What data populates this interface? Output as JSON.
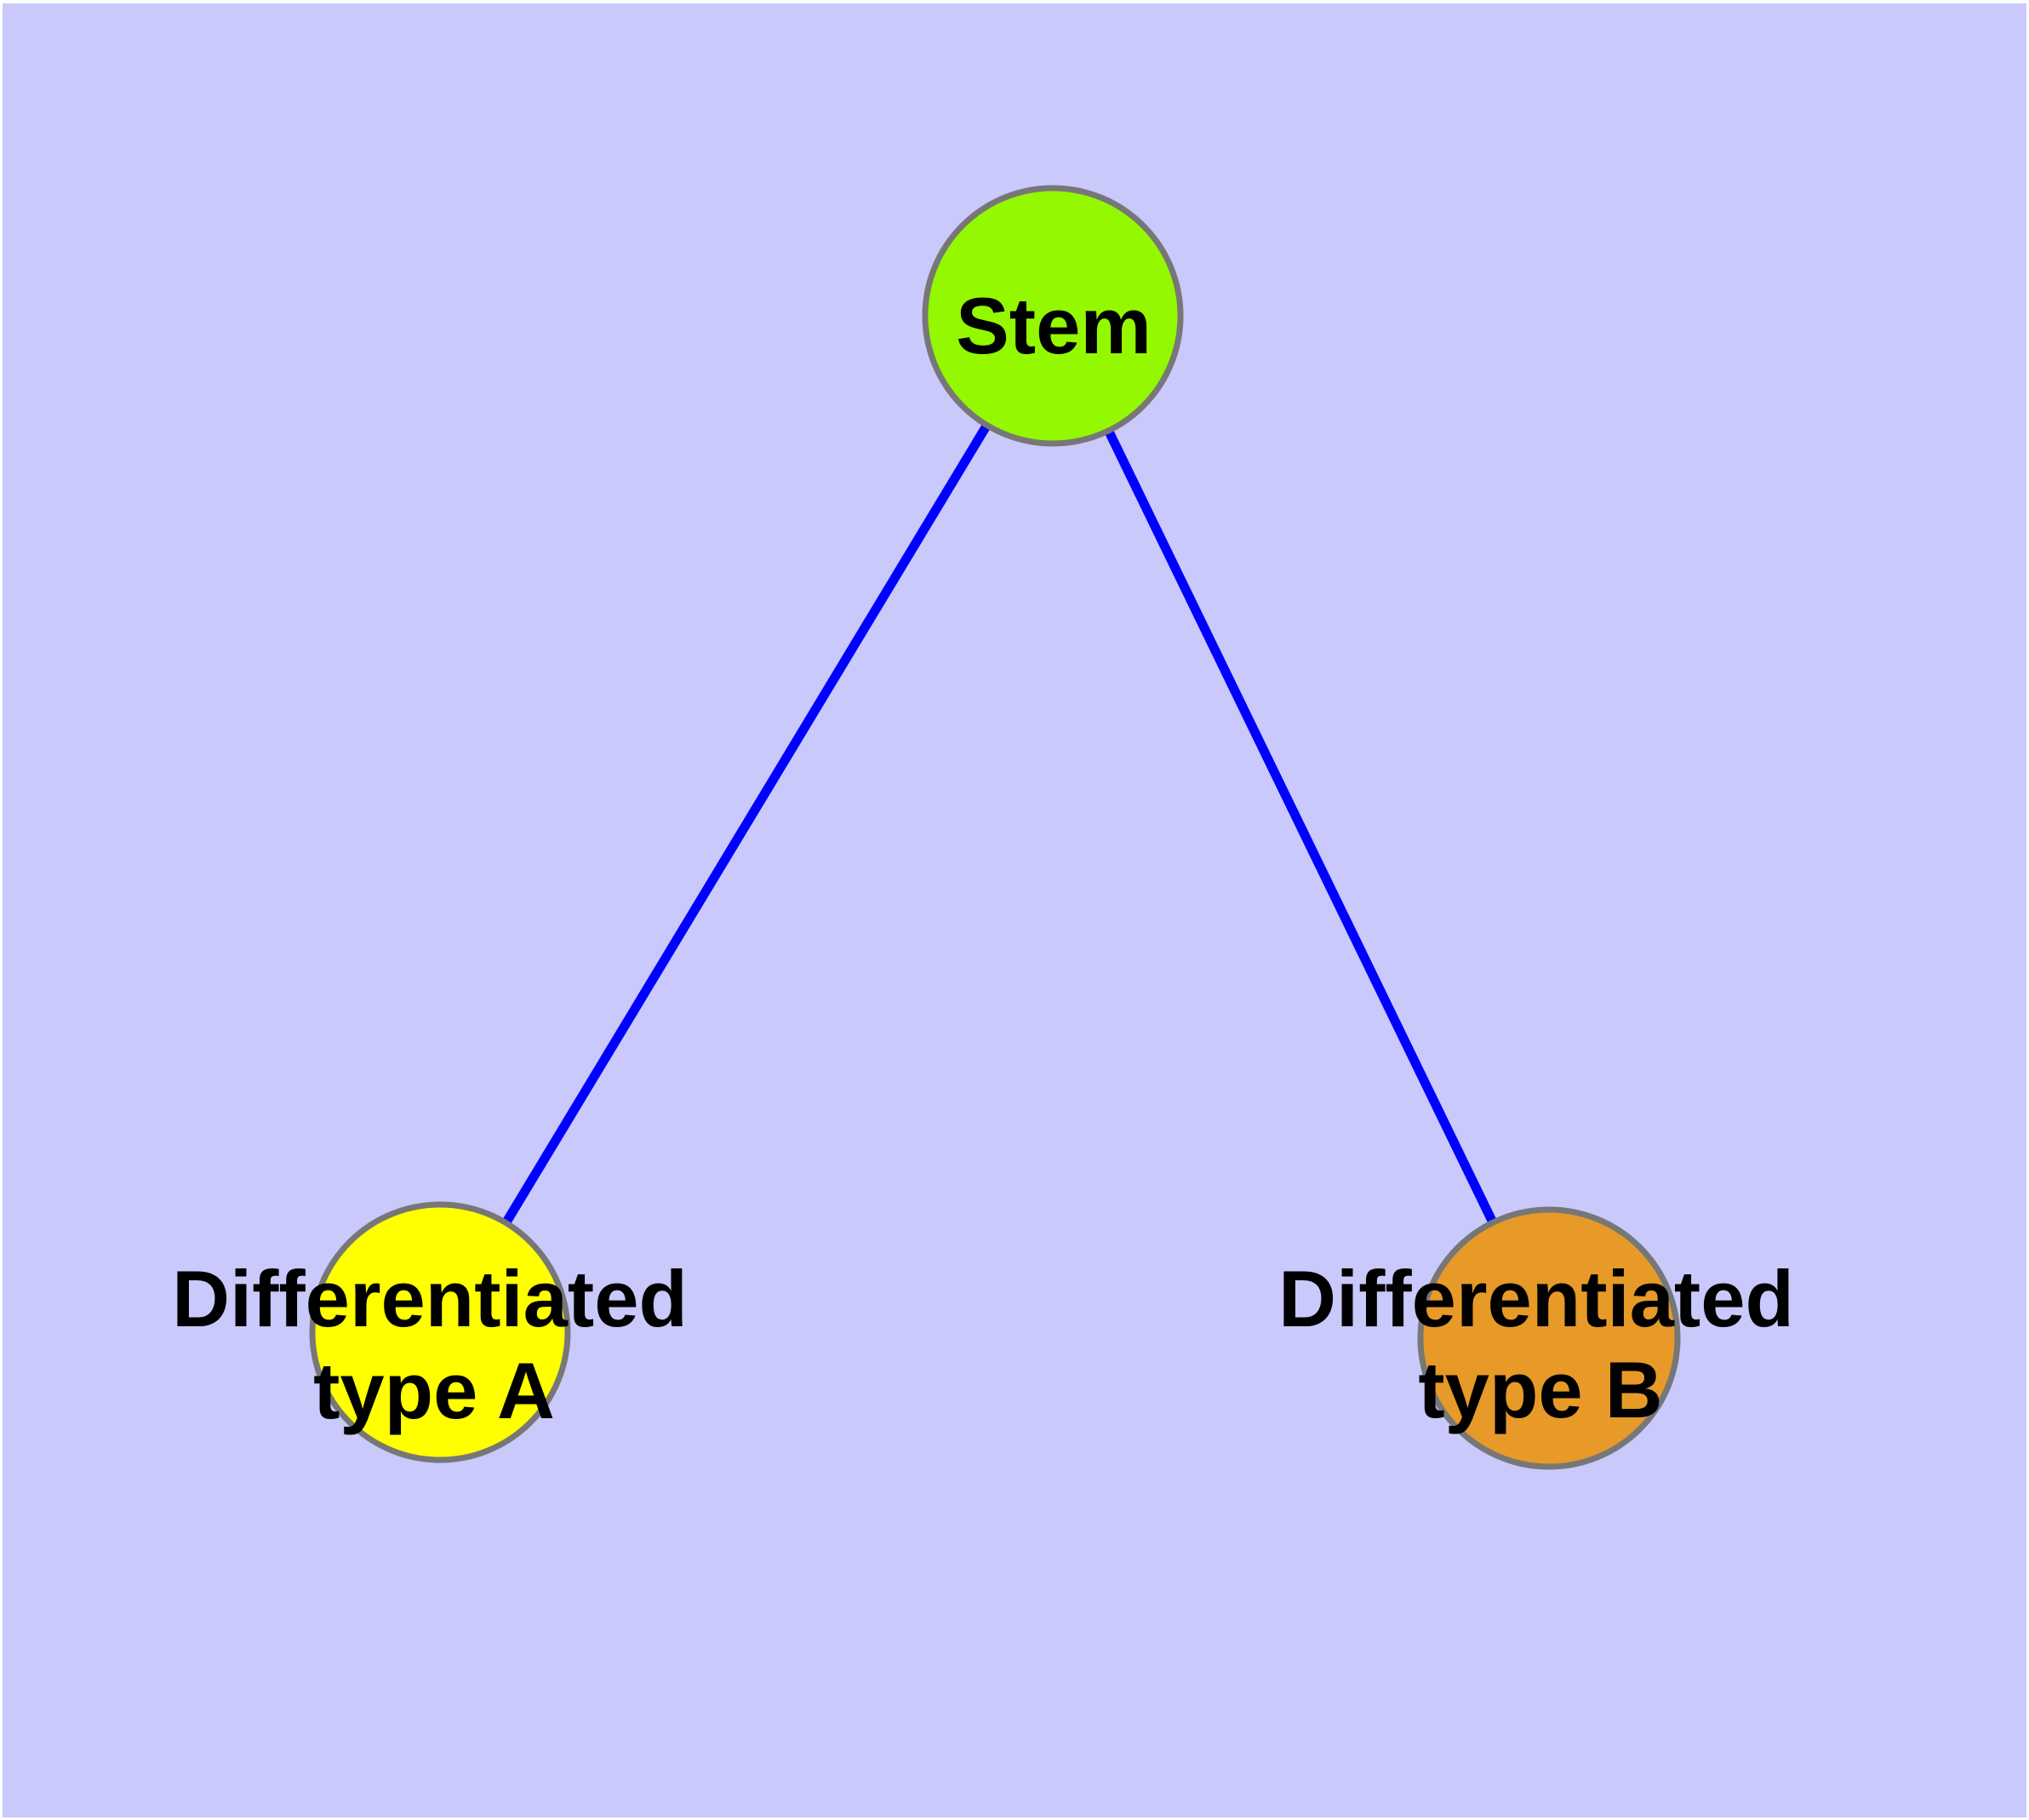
{
  "diagram": {
    "type": "node-link-graph",
    "background_color": "#C9C9FB",
    "page_border_color": "#FFFFFF",
    "edge_color": "#0000FF",
    "node_border_color": "#777777",
    "label_color": "#000000",
    "nodes": [
      {
        "id": "stem",
        "label": "Stem",
        "label_lines": [
          "Stem"
        ],
        "fill": "#94F800"
      },
      {
        "id": "differentiated-type-a",
        "label": "Differentiated type A",
        "label_lines": [
          "Differentiated",
          "type A"
        ],
        "fill": "#FFFF00"
      },
      {
        "id": "differentiated-type-b",
        "label": "Differentiated type B",
        "label_lines": [
          "Differentiated",
          "type B"
        ],
        "fill": "#E79A28"
      }
    ],
    "edges": [
      {
        "from": "Stem",
        "to": "Differentiated type A"
      },
      {
        "from": "Stem",
        "to": "Differentiated type B"
      }
    ]
  }
}
